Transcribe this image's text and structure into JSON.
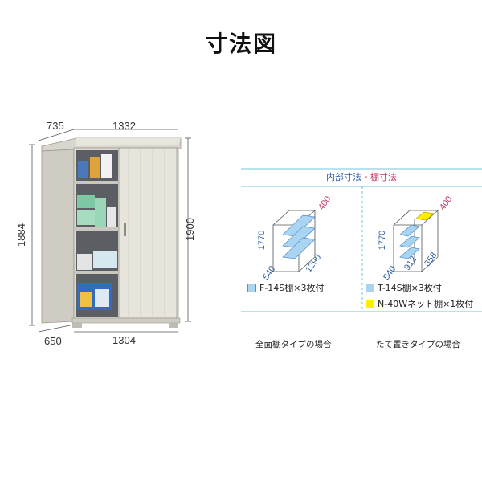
{
  "title": "寸法図",
  "outer_dims": {
    "top_depth": "735",
    "top_width": "1332",
    "left_height": "1884",
    "right_height": "1900",
    "bottom_depth": "650",
    "bottom_width": "1304"
  },
  "inner_section": {
    "header_inner": "内部寸法",
    "header_sep": "・",
    "header_shelf": "棚寸法",
    "left": {
      "height": "1770",
      "depth": "540",
      "width": "1296",
      "shelf_depth": "400",
      "legend": "F-14S棚×3枚付",
      "caption": "全面棚タイプの場合"
    },
    "right": {
      "height": "1770",
      "depth": "540",
      "width_a": "912",
      "width_b": "358",
      "shelf_depth": "400",
      "legend_1": "T-14S棚×3枚付",
      "legend_2": "N-40Wネット棚×1枚付",
      "caption": "たて置きタイプの場合"
    }
  },
  "colors": {
    "teal_line": "#6cc7d8",
    "blue_text": "#2f5fa6",
    "pink_text": "#c0396b",
    "shelf_blue": "#a9d4f2",
    "net_yellow": "#ffee00"
  }
}
